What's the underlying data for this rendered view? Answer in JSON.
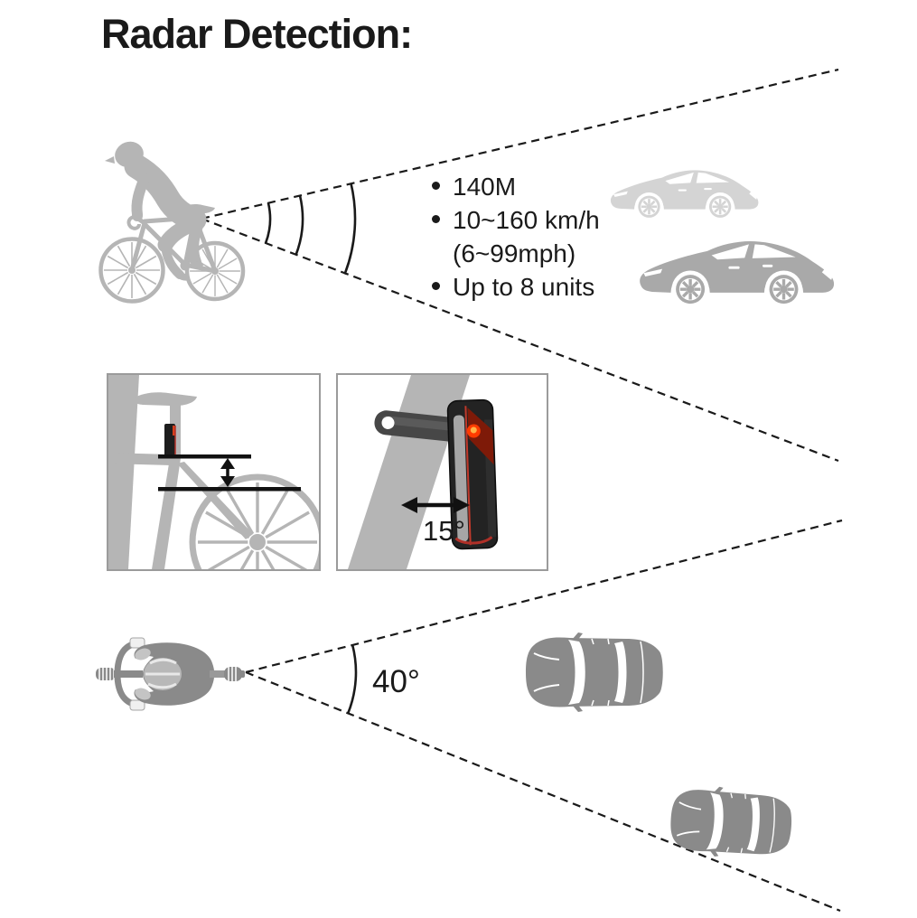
{
  "title": "Radar Detection:",
  "radar_specs": {
    "range": "140M",
    "speed_kmh": "10~160 km/h",
    "speed_mph": "(6~99mph)",
    "capacity": "Up to 8 units"
  },
  "mount": {
    "tilt_tolerance": "15°"
  },
  "detection": {
    "beam_angle": "40°"
  },
  "figures": {
    "side_scene": [
      "cyclist-side-silhouette",
      "radar-wave-arcs",
      "detection-cone-dashed",
      "car-far-silhouette",
      "car-near-silhouette"
    ],
    "insets": [
      "seatpost-mount-height-inset",
      "taillight-tilt-range-inset"
    ],
    "top_scene": [
      "cyclist-top-silhouette",
      "detection-cone-dashed",
      "car-top-far",
      "car-top-near"
    ]
  },
  "colors": {
    "ink": "#1a1a1a",
    "silhouette_light": "#b5b5b5",
    "car_far": "#d4d4d4",
    "car_near": "#a9a9a9",
    "top_view_gray": "#8a8a8a",
    "box_border": "#9b9b9b",
    "device_body": "#232323",
    "device_red": "#e03a10"
  }
}
